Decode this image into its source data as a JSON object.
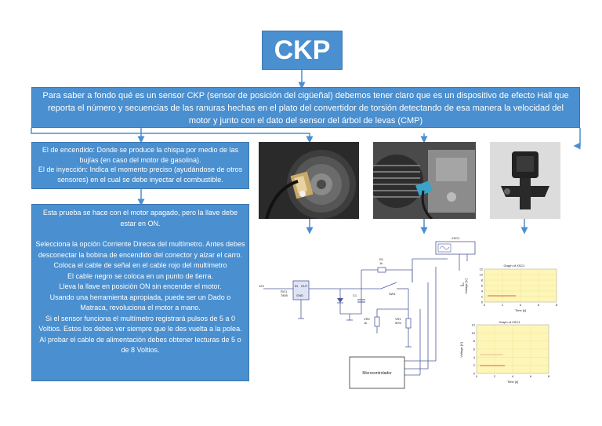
{
  "title": "CKP",
  "intro": "Para saber a fondo qué es un sensor CKP (sensor de posición del cigüeñal) debemos tener claro que es un dispositivo de efecto Hall que reporta el número y secuencias de las ranuras hechas en el plato del convertidor de torsión detectando de esa manera la velocidad del motor y junto con el dato del sensor del árbol de levas (CMP)",
  "types": [
    "El de encendido: Donde se produce la chispa por medio de las bujías (en caso del motor de gasolina).",
    "El de inyección: Indica el momento preciso (ayudándose de otros sensores) en el cual se debe inyectar el combustible."
  ],
  "steps": [
    "Esta prueba se hace con el motor apagado, pero la llave debe estar en ON.",
    "",
    "Selecciona la opción Corriente Directa del multímetro. Antes debes desconectar la bobina de encendido del conector y alzar el carro.",
    "Coloca el cable de señal en el cable rojo del multímetro",
    "El cable negro se coloca en un punto de tierra.",
    "Lleva la llave en posición ON sin encender el motor.",
    "Usando una herramienta apropiada, puede ser un Dado o Matraca, revoluciona el motor a mano.",
    "Si el sensor funciona el multímetro registrará pulsos de 5 a 0 Voltios. Estos los debes ver siempre que le des vuelta a la polea.",
    "Al probar el cable de alimentación debes obtener lecturas de 5 o de 8 Voltios."
  ],
  "circuit": {
    "microcontroller": "Microcontrolador",
    "scope": "XSC1",
    "source": "12V",
    "regulator_name": "RG1",
    "regulator_part": "7805",
    "regulator_in": "IN",
    "regulator_out": "OUT",
    "regulator_gnd": "GND",
    "r1": "R1",
    "r1_value": "1k",
    "c1": "C1",
    "sw1": "SW1",
    "vr1": "VR1",
    "vr1_value": "50%",
    "vr2": "VR2",
    "vr2_value": "1k"
  },
  "graphs": [
    {
      "title": "Graph of XSC1",
      "ylabel": "Voltage [V]",
      "xlabel": "Time [s]",
      "yticks": [
        "12",
        "10",
        "8",
        "6",
        "4",
        "2",
        "0"
      ],
      "xticks": [
        "0",
        "2",
        "4",
        "6",
        "8"
      ]
    },
    {
      "title": "Graph of XSC1",
      "ylabel": "Voltage [V]",
      "xlabel": "Time [s]",
      "yticks": [
        "12",
        "10",
        "8",
        "6",
        "4",
        "2",
        "0"
      ],
      "xticks": [
        "0",
        "2",
        "4",
        "6",
        "8"
      ]
    }
  ],
  "colors": {
    "box": "#4a8fcf",
    "connector": "#4a8fcf",
    "graph_bg": "#fdf6b8",
    "trace": "#d0342c"
  }
}
